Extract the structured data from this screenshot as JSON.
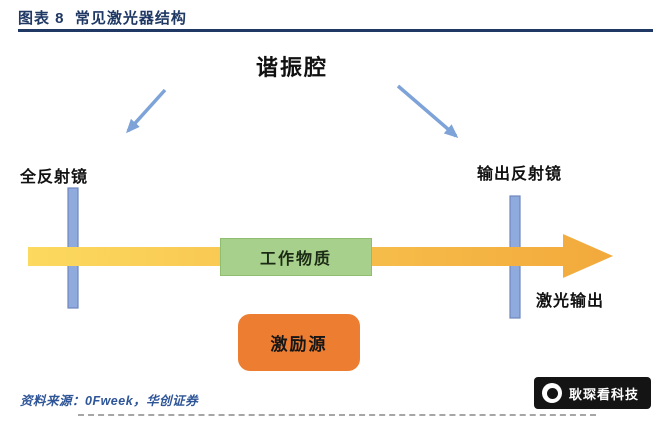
{
  "header": {
    "title": "图表 8  常见激光器结构"
  },
  "diagram": {
    "cavity_label": "谐振腔",
    "left_mirror_label": "全反射镜",
    "right_mirror_label": "输出反射镜",
    "working_medium_label": "工作物质",
    "laser_output_label": "激光输出",
    "excitation_source_label": "激励源"
  },
  "footer": {
    "source_note": "资料来源：0Fweek，华创证券",
    "brand_badge": "耿琛看科技"
  },
  "colors": {
    "title_navy": "#1f3864",
    "arrow_blue": "#7da3d8",
    "mirror_blue": "#8faadc",
    "mirror_border": "#6e87bf",
    "beam_start": "#fcd95f",
    "beam_end": "#f2a93b",
    "medium_green": "#a8d08d",
    "medium_border": "#8fbe71",
    "excitation_orange": "#ed7d31",
    "source_blue": "#2e5597",
    "badge_bg": "#141414"
  }
}
